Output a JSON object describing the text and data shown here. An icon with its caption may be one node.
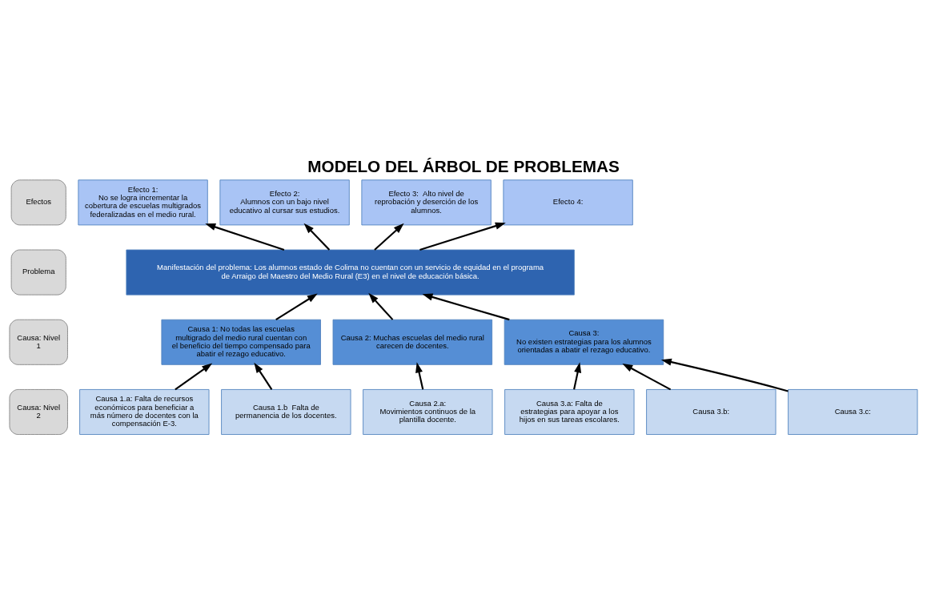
{
  "diagram": {
    "title": "MODELO DEL ÁRBOL DE PROBLEMAS",
    "nodes": [
      {
        "text": [
          "Efectos"
        ]
      },
      {
        "text": [
          "Problema"
        ]
      },
      {
        "text": [
          "Causa: Nivel 1"
        ]
      },
      {
        "text": [
          "Causa: Nivel 2"
        ]
      },
      {
        "text": [
          "Efecto 1:",
          "No se logra incrementar la cobertura de escuelas multigrados federalizadas en el medio rural."
        ]
      },
      {
        "text": [
          "Efecto 2:",
          "Alumnos con un bajo nivel educativo al cursar sus estudios."
        ]
      },
      {
        "text": [
          "Efecto 3:  Alto nivel de reprobación y deserción de los alumnos."
        ]
      },
      {
        "text": [
          "Efecto 4:"
        ]
      },
      {
        "text": [
          "Manifestación del problema: Los alumnos estado de Colima no cuentan con un servicio de equidad en el programa de Arraigo del Maestro del Medio Rural (E3) en el nivel de educación básica."
        ]
      },
      {
        "text": [
          "Causa 1: No todas las escuelas multigrado del medio rural cuentan con el beneficio del tiempo compensado para abatir el rezago educativo."
        ]
      },
      {
        "text": [
          "Causa 2: Muchas escuelas del medio rural carecen de docentes."
        ]
      },
      {
        "text": [
          "Causa 3:",
          "No existen estrategias para los alumnos orientadas a abatir el rezago educativo."
        ]
      },
      {
        "text": [
          "Causa 1.a: Falta de recursos económicos para beneficiar a más número de docentes con la compensación E-3."
        ]
      },
      {
        "text": [
          "Causa 1.b  Falta de permanencia de los docentes."
        ]
      },
      {
        "text": [
          "Causa 2.a:",
          "Movimientos continuos de la plantilla docente."
        ]
      },
      {
        "text": [
          "Causa 3.a: Falta de estrategias para apoyar a los hijos en sus tareas escolares."
        ]
      },
      {
        "text": [
          "Causa 3.b:"
        ]
      },
      {
        "text": [
          "Causa 3.c:"
        ]
      }
    ],
    "edges": [
      {
        "from": 8,
        "to": 4,
        "arrow": "to"
      },
      {
        "from": 8,
        "to": 5,
        "arrow": "to"
      },
      {
        "from": 8,
        "to": 6,
        "arrow": "to"
      },
      {
        "from": 8,
        "to": 7,
        "arrow": "to"
      },
      {
        "from": 9,
        "to": 8,
        "arrow": "to"
      },
      {
        "from": 10,
        "to": 8,
        "arrow": "to"
      },
      {
        "from": 11,
        "to": 8,
        "arrow": "to"
      },
      {
        "from": 12,
        "to": 9,
        "arrow": "to"
      },
      {
        "from": 13,
        "to": 9,
        "arrow": "to"
      },
      {
        "from": 14,
        "to": 10,
        "arrow": "to"
      },
      {
        "from": 15,
        "to": 11,
        "arrow": "to"
      },
      {
        "from": 16,
        "to": 11,
        "arrow": "to"
      },
      {
        "from": 17,
        "to": 11,
        "arrow": "to"
      }
    ]
  }
}
